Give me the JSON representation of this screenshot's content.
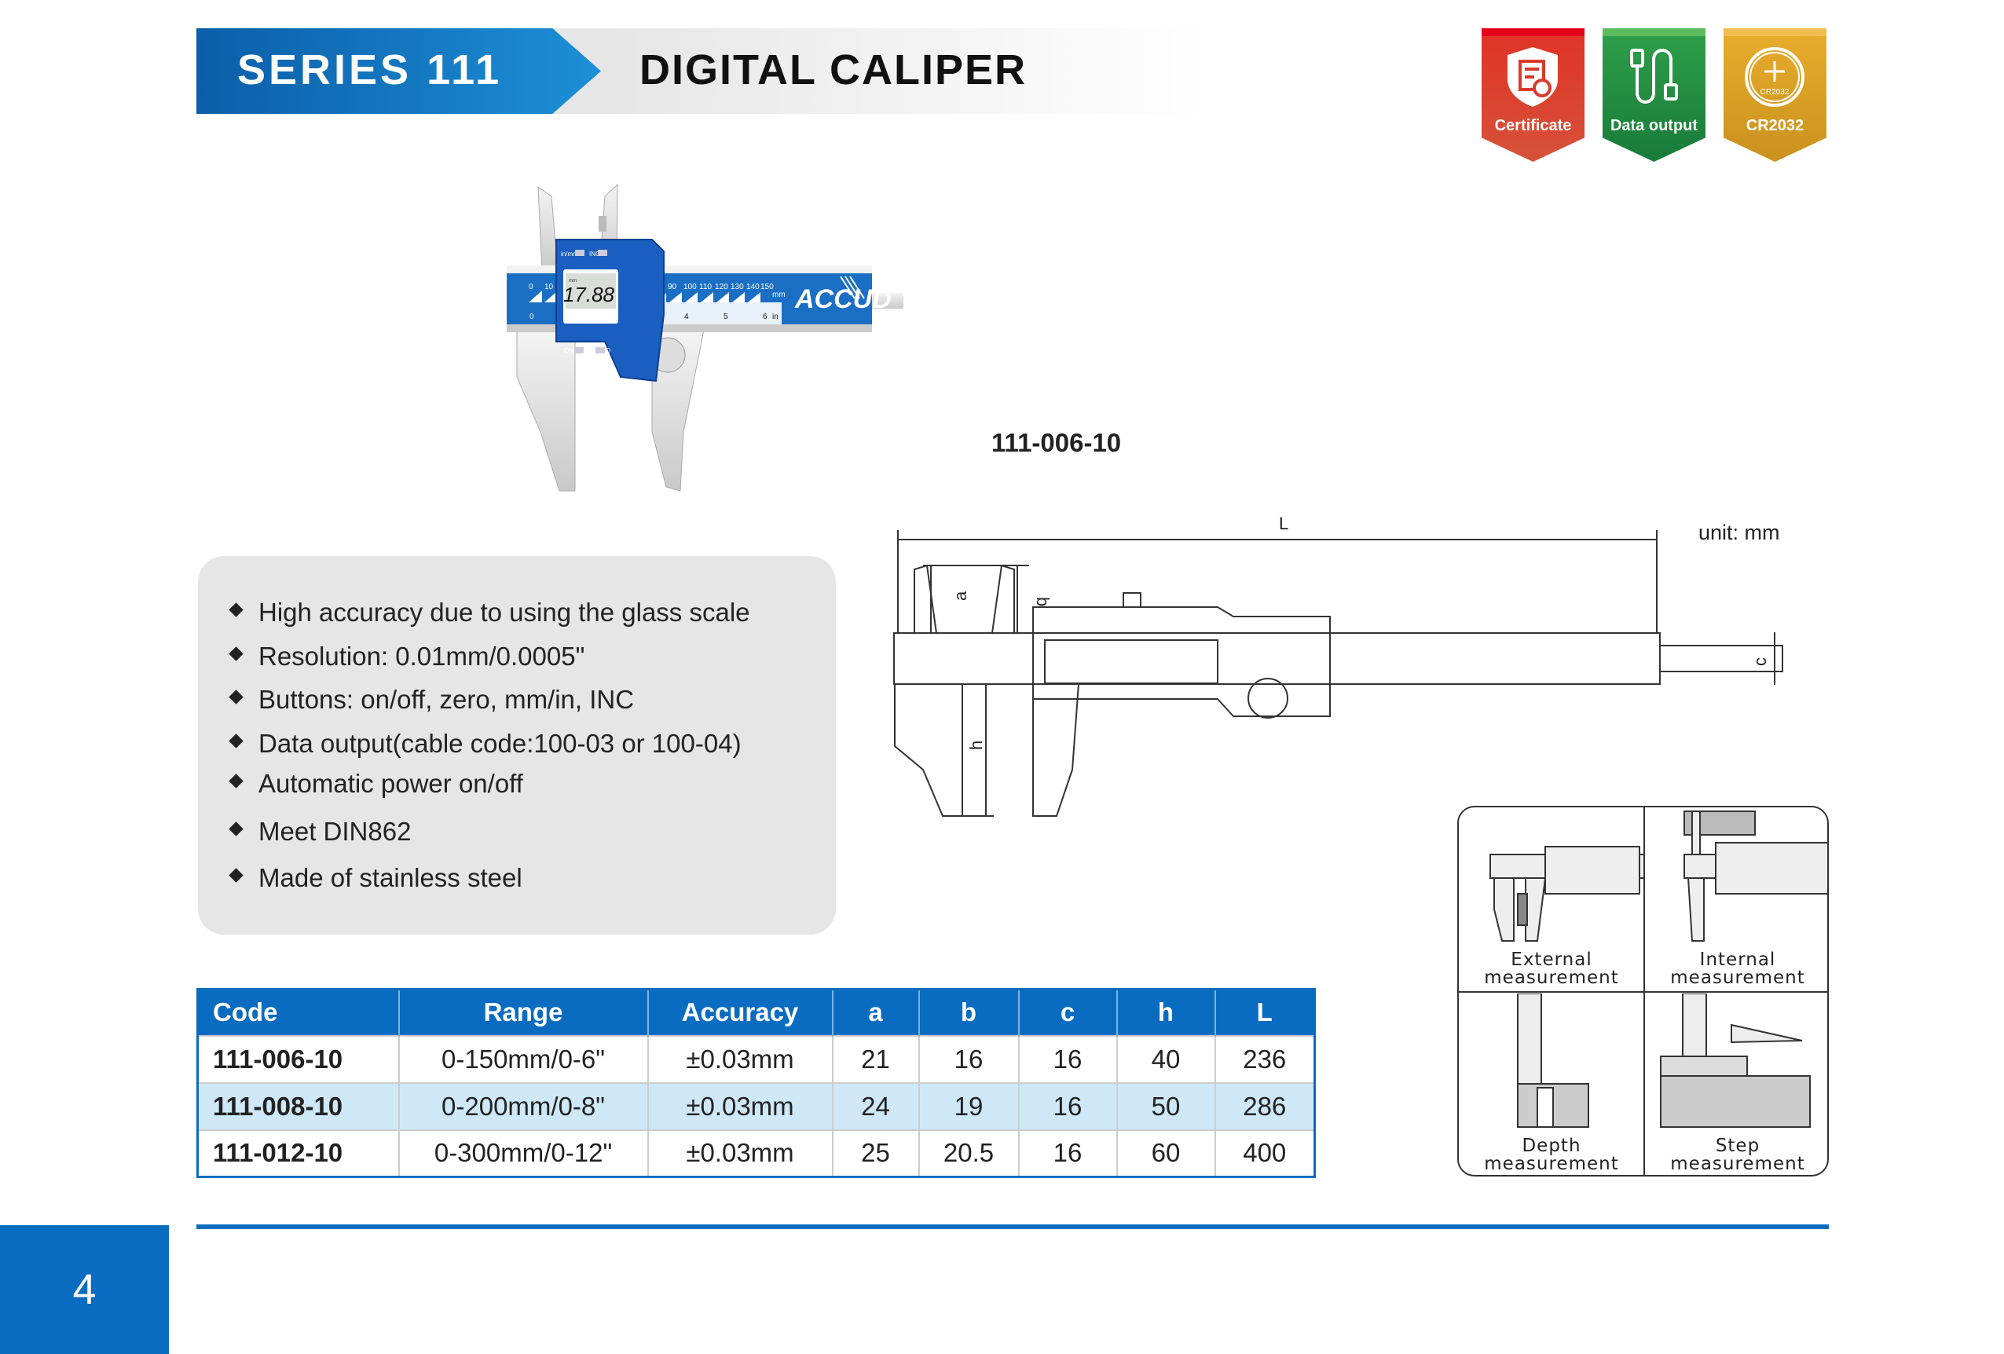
{
  "header": {
    "series": "SERIES 111",
    "title": "DIGITAL CALIPER"
  },
  "badges": [
    {
      "label": "Certificate",
      "icon": "certificate-shield-icon",
      "color": "#d93a2b"
    },
    {
      "label": "Data output",
      "icon": "usb-cable-icon",
      "color": "#1f8a3e"
    },
    {
      "label": "CR2032",
      "icon": "coin-battery-icon",
      "color": "#d9a12a",
      "icon_text": "CR2032"
    }
  ],
  "caliper": {
    "model": "111-006-10",
    "reading": "17.88",
    "display_unit": "mm",
    "brand": "ACCUD",
    "buttons": {
      "inmm": "in/mm",
      "inc": "INC",
      "on": "ON",
      "off": "OFF",
      "zero": "O"
    },
    "mm_labels": [
      "0",
      "10",
      "90",
      "100",
      "110",
      "120",
      "130",
      "140",
      "150"
    ],
    "mm_unit": "mm",
    "in_labels": [
      "0",
      "4",
      "5",
      "6"
    ],
    "in_unit": "in"
  },
  "drawing": {
    "unit": "unit: mm",
    "labels": {
      "L": "L",
      "a": "a",
      "b": "b",
      "c": "c",
      "h": "h"
    }
  },
  "features": [
    "High accuracy due to using the glass scale",
    "Resolution: 0.01mm/0.0005\"",
    "Buttons: on/off, zero, mm/in, INC",
    "Data output(cable code:100-03 or 100-04)",
    "Automatic power on/off",
    "Meet DIN862",
    "Made of stainless steel"
  ],
  "table": {
    "headers": [
      "Code",
      "Range",
      "Accuracy",
      "a",
      "b",
      "c",
      "h",
      "L"
    ],
    "rows": [
      [
        "111-006-10",
        "0-150mm/0-6\"",
        "±0.03mm",
        "21",
        "16",
        "16",
        "40",
        "236"
      ],
      [
        "111-008-10",
        "0-200mm/0-8\"",
        "±0.03mm",
        "24",
        "19",
        "16",
        "50",
        "286"
      ],
      [
        "111-012-10",
        "0-300mm/0-12\"",
        "±0.03mm",
        "25",
        "20.5",
        "16",
        "60",
        "400"
      ]
    ]
  },
  "measurements": [
    {
      "line1": "External",
      "line2": "measurement"
    },
    {
      "line1": "Internal",
      "line2": "measurement"
    },
    {
      "line1": "Depth",
      "line2": "measurement"
    },
    {
      "line1": "Step",
      "line2": "measurement"
    }
  ],
  "page_number": "4",
  "colors": {
    "brand_blue": "#0a6cc0",
    "row_alt": "#cfe8f8"
  }
}
